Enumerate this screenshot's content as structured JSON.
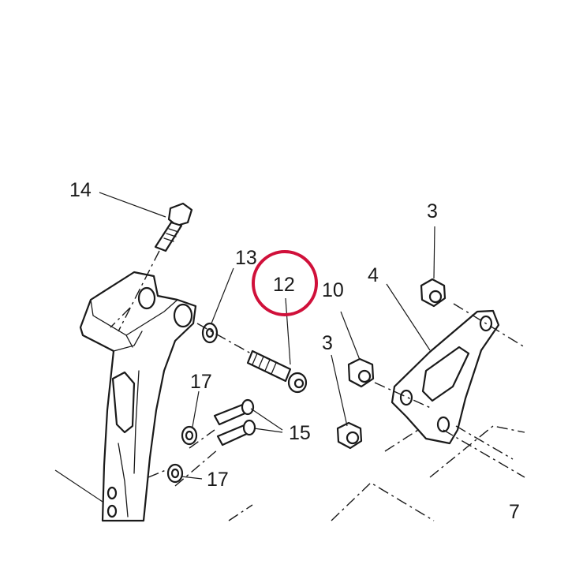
{
  "diagram": {
    "callouts": {
      "c3a": "3",
      "c3b": "3",
      "c4": "4",
      "c7": "7",
      "c10": "10",
      "c12": "12",
      "c13": "13",
      "c14": "14",
      "c15": "15",
      "c17a": "17",
      "c17b": "17"
    },
    "highlight": {
      "target": "12",
      "color": "#d0103a"
    },
    "line_color": "#1a1a1a"
  }
}
